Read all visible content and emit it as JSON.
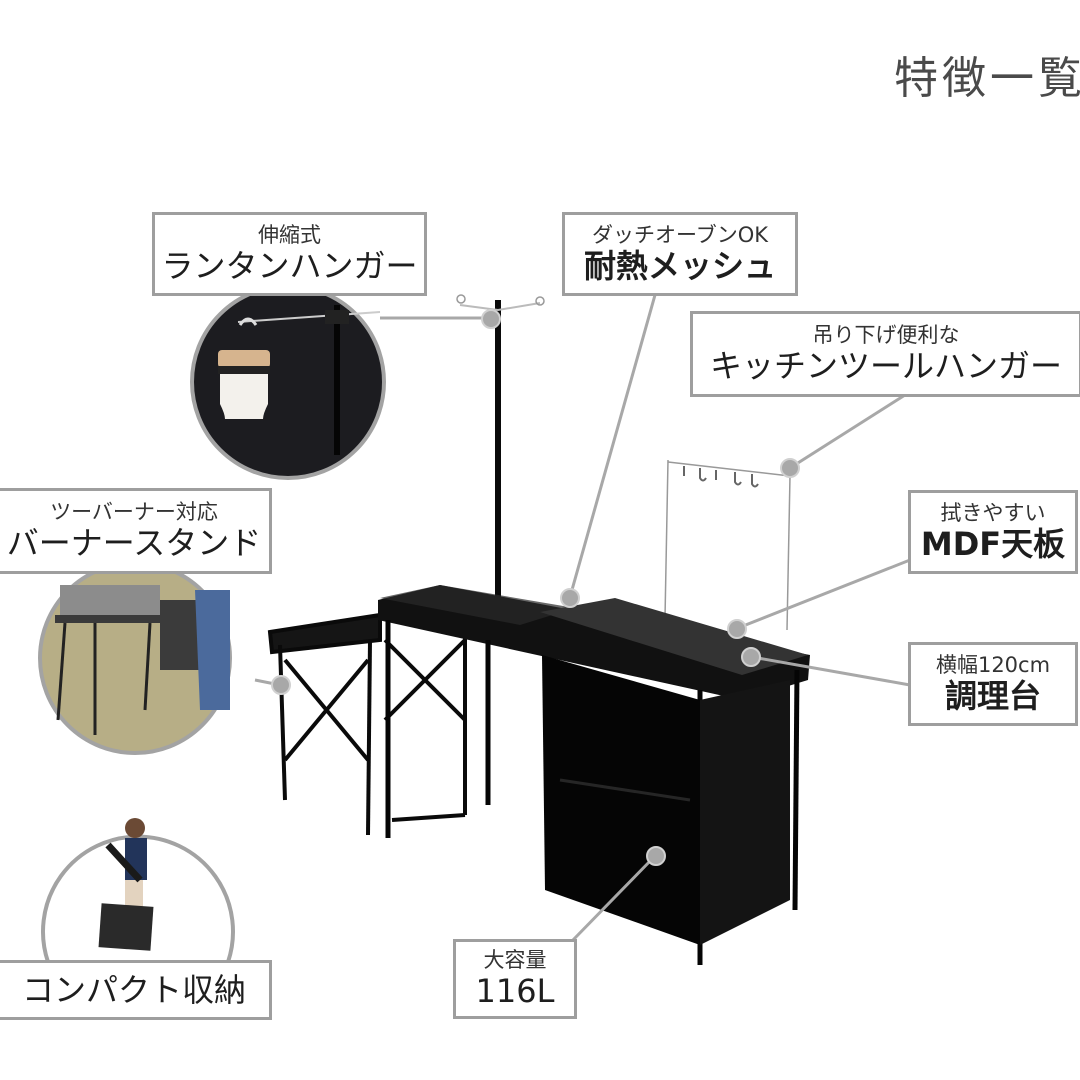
{
  "header": {
    "title": "特徴一覧"
  },
  "features": [
    {
      "id": "lantern-hanger",
      "sub": "伸縮式",
      "main": "ランタンハンガー"
    },
    {
      "id": "heat-mesh",
      "sub": "ダッチオーブンOK",
      "main": "耐熱メッシュ"
    },
    {
      "id": "kitchen-tool-hanger",
      "sub": "吊り下げ便利な",
      "main": "キッチンツールハンガー"
    },
    {
      "id": "burner-stand",
      "sub": "ツーバーナー対応",
      "main": "バーナースタンド"
    },
    {
      "id": "mdf-top",
      "sub": "拭きやすい",
      "main": "MDF天板"
    },
    {
      "id": "cooking-table",
      "sub": "横幅120cm",
      "main": "調理台"
    },
    {
      "id": "capacity",
      "sub": "大容量",
      "main": "116L"
    },
    {
      "id": "compact",
      "main": "コンパクト収納"
    }
  ],
  "colors": {
    "frame": "#9e9e9e",
    "connector": "#a8a8a8",
    "product": "#111111",
    "text": "#222222"
  }
}
